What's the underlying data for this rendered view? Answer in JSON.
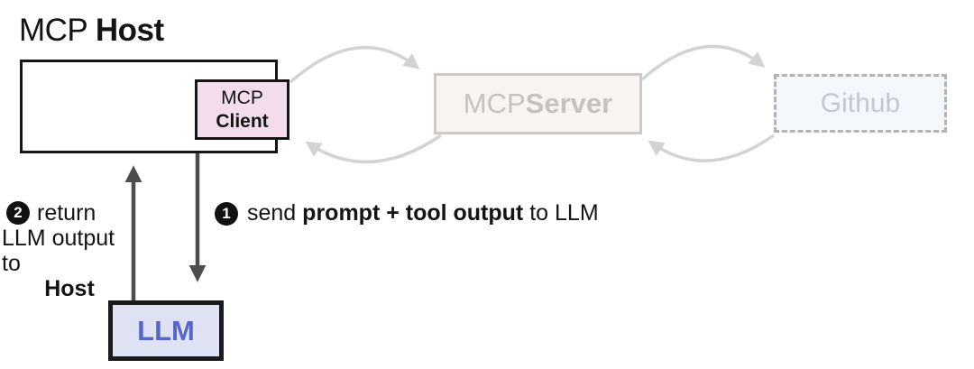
{
  "diagram": {
    "title": {
      "normal": "MCP ",
      "bold": "Host"
    },
    "boxes": {
      "client": {
        "line1": "MCP",
        "line2": "Client",
        "fill": "#f3dcec",
        "border": "#161616"
      },
      "server": {
        "normal": "MCP ",
        "bold": "Server",
        "fill": "#f8f4f2",
        "border": "#cdc9c7",
        "text_color": "#c6c2c0"
      },
      "github": {
        "label": "Github",
        "fill": "#f4f7fb",
        "border": "#b3b3b3",
        "text_color": "#c4c8ce"
      },
      "llm": {
        "label": "LLM",
        "fill": "#dfe2f2",
        "border": "#1a1a1a",
        "text_color": "#5767c6"
      }
    },
    "annotations": {
      "step1": {
        "number": "1",
        "prefix": "send ",
        "bold": "prompt + tool output",
        "suffix": " to LLM"
      },
      "step2": {
        "number": "2",
        "line1": "return",
        "line2": "LLM output to",
        "line3_bold": "Host"
      }
    },
    "colors": {
      "arrow_dark": "#4d4d4d",
      "arrow_light": "#d3d3d3",
      "outline": "#161616",
      "background": "#ffffff"
    }
  }
}
